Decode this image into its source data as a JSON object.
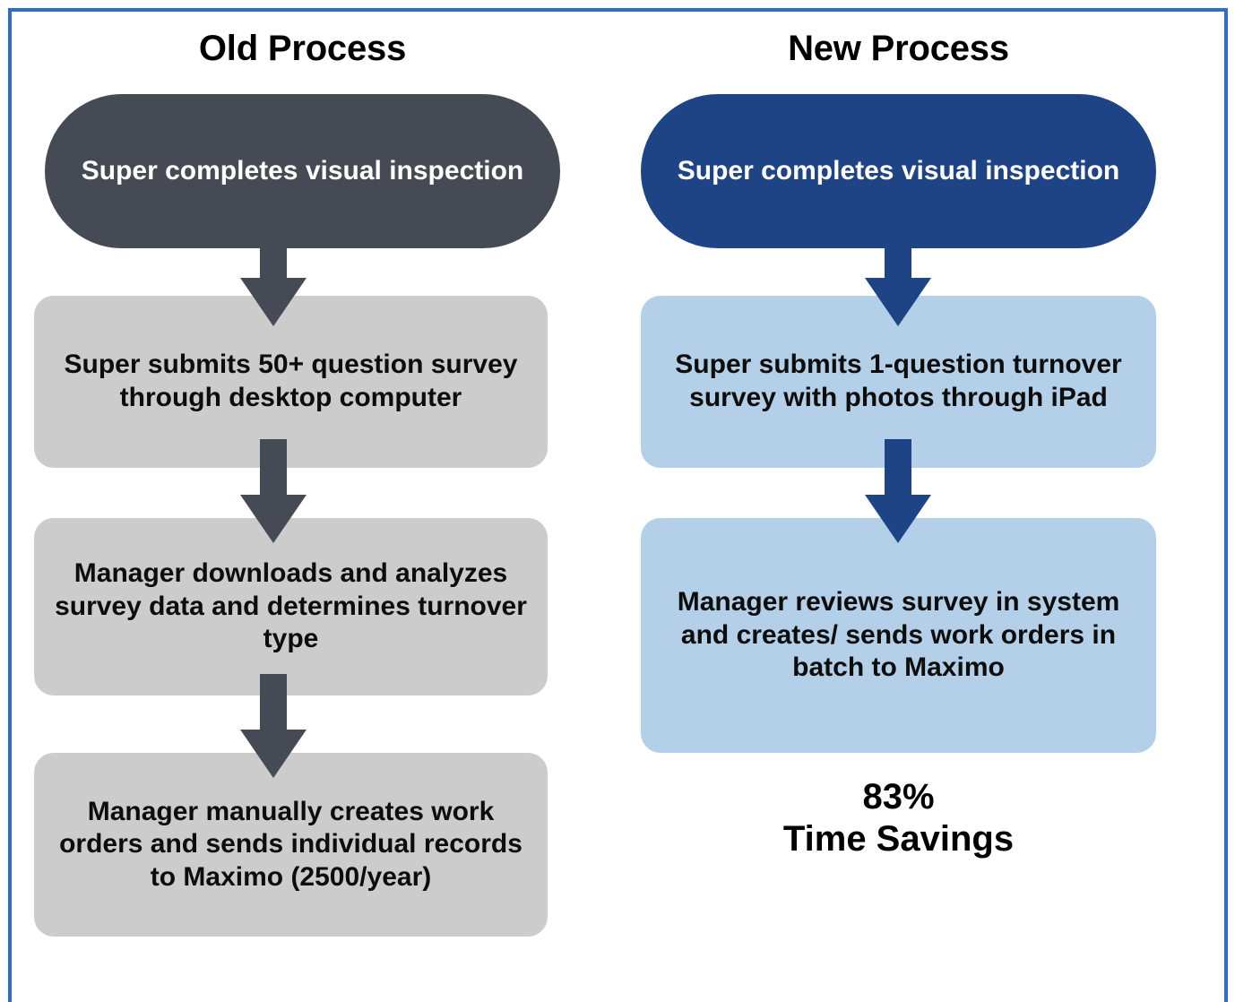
{
  "frame": {
    "border_color": "#2E6FC4"
  },
  "columns": [
    {
      "id": "old",
      "title": "Old Process",
      "accent": "#454A54",
      "fill": "#CCCCCC",
      "steps": [
        {
          "shape": "pill",
          "text": "Super completes visual inspection"
        },
        {
          "shape": "rect",
          "text": "Super submits 50+ question survey through desktop computer"
        },
        {
          "shape": "rect",
          "text": "Manager downloads and analyzes survey data and determines turnover type"
        },
        {
          "shape": "rect",
          "text": "Manager manually creates work orders and sends individual records to Maximo (2500/year)"
        }
      ]
    },
    {
      "id": "new",
      "title": "New Process",
      "accent": "#1F4486",
      "fill": "#B3D0E8",
      "steps": [
        {
          "shape": "pill",
          "text": "Super completes visual inspection"
        },
        {
          "shape": "rect",
          "text": "Super submits 1-question turnover survey with photos through iPad"
        },
        {
          "shape": "rect",
          "text": "Manager reviews survey in system and creates/ sends work orders in batch to Maximo"
        }
      ]
    }
  ],
  "savings": {
    "percent": "83%",
    "label": "Time Savings"
  }
}
